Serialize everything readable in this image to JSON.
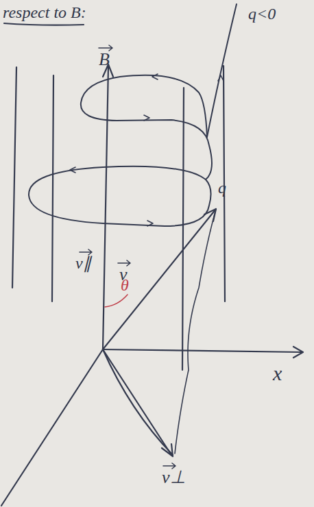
{
  "diagram": {
    "labels": [
      "respect to B:",
      "q<0",
      "B",
      "q",
      "v∥",
      "v",
      "θ",
      "x",
      "v⊥"
    ]
  }
}
